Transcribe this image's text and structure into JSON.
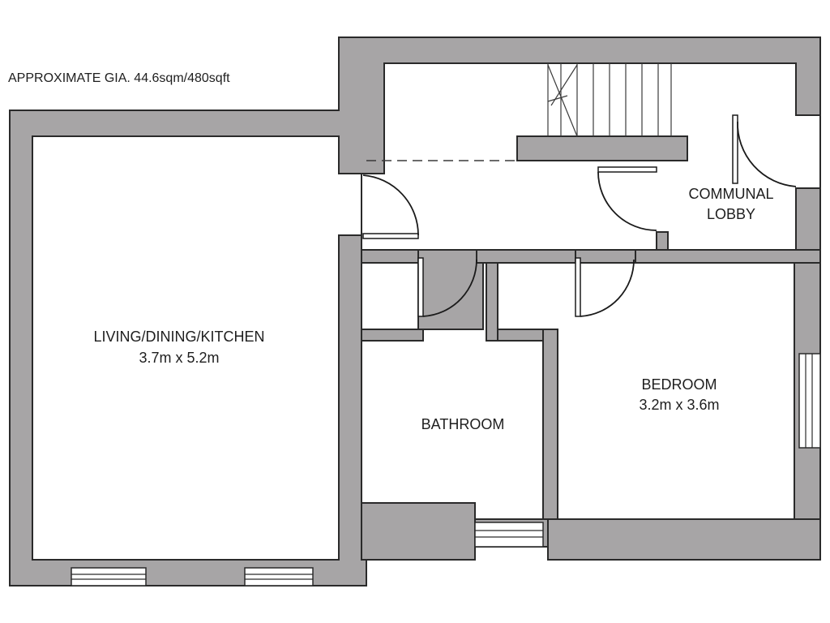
{
  "area_note": "APPROXIMATE GIA. 44.6sqm/480sqft",
  "rooms": {
    "living": {
      "name": "LIVING/DINING/KITCHEN",
      "size": "3.7m x 5.2m"
    },
    "bathroom": {
      "name": "BATHROOM"
    },
    "bedroom": {
      "name": "BEDROOM",
      "size": "3.2m x 3.6m"
    },
    "lobby": {
      "name_line1": "COMMUNAL",
      "name_line2": "LOBBY"
    }
  },
  "colors": {
    "wall": "#a7a5a6",
    "outline": "#2a2a2a",
    "background": "#ffffff"
  }
}
